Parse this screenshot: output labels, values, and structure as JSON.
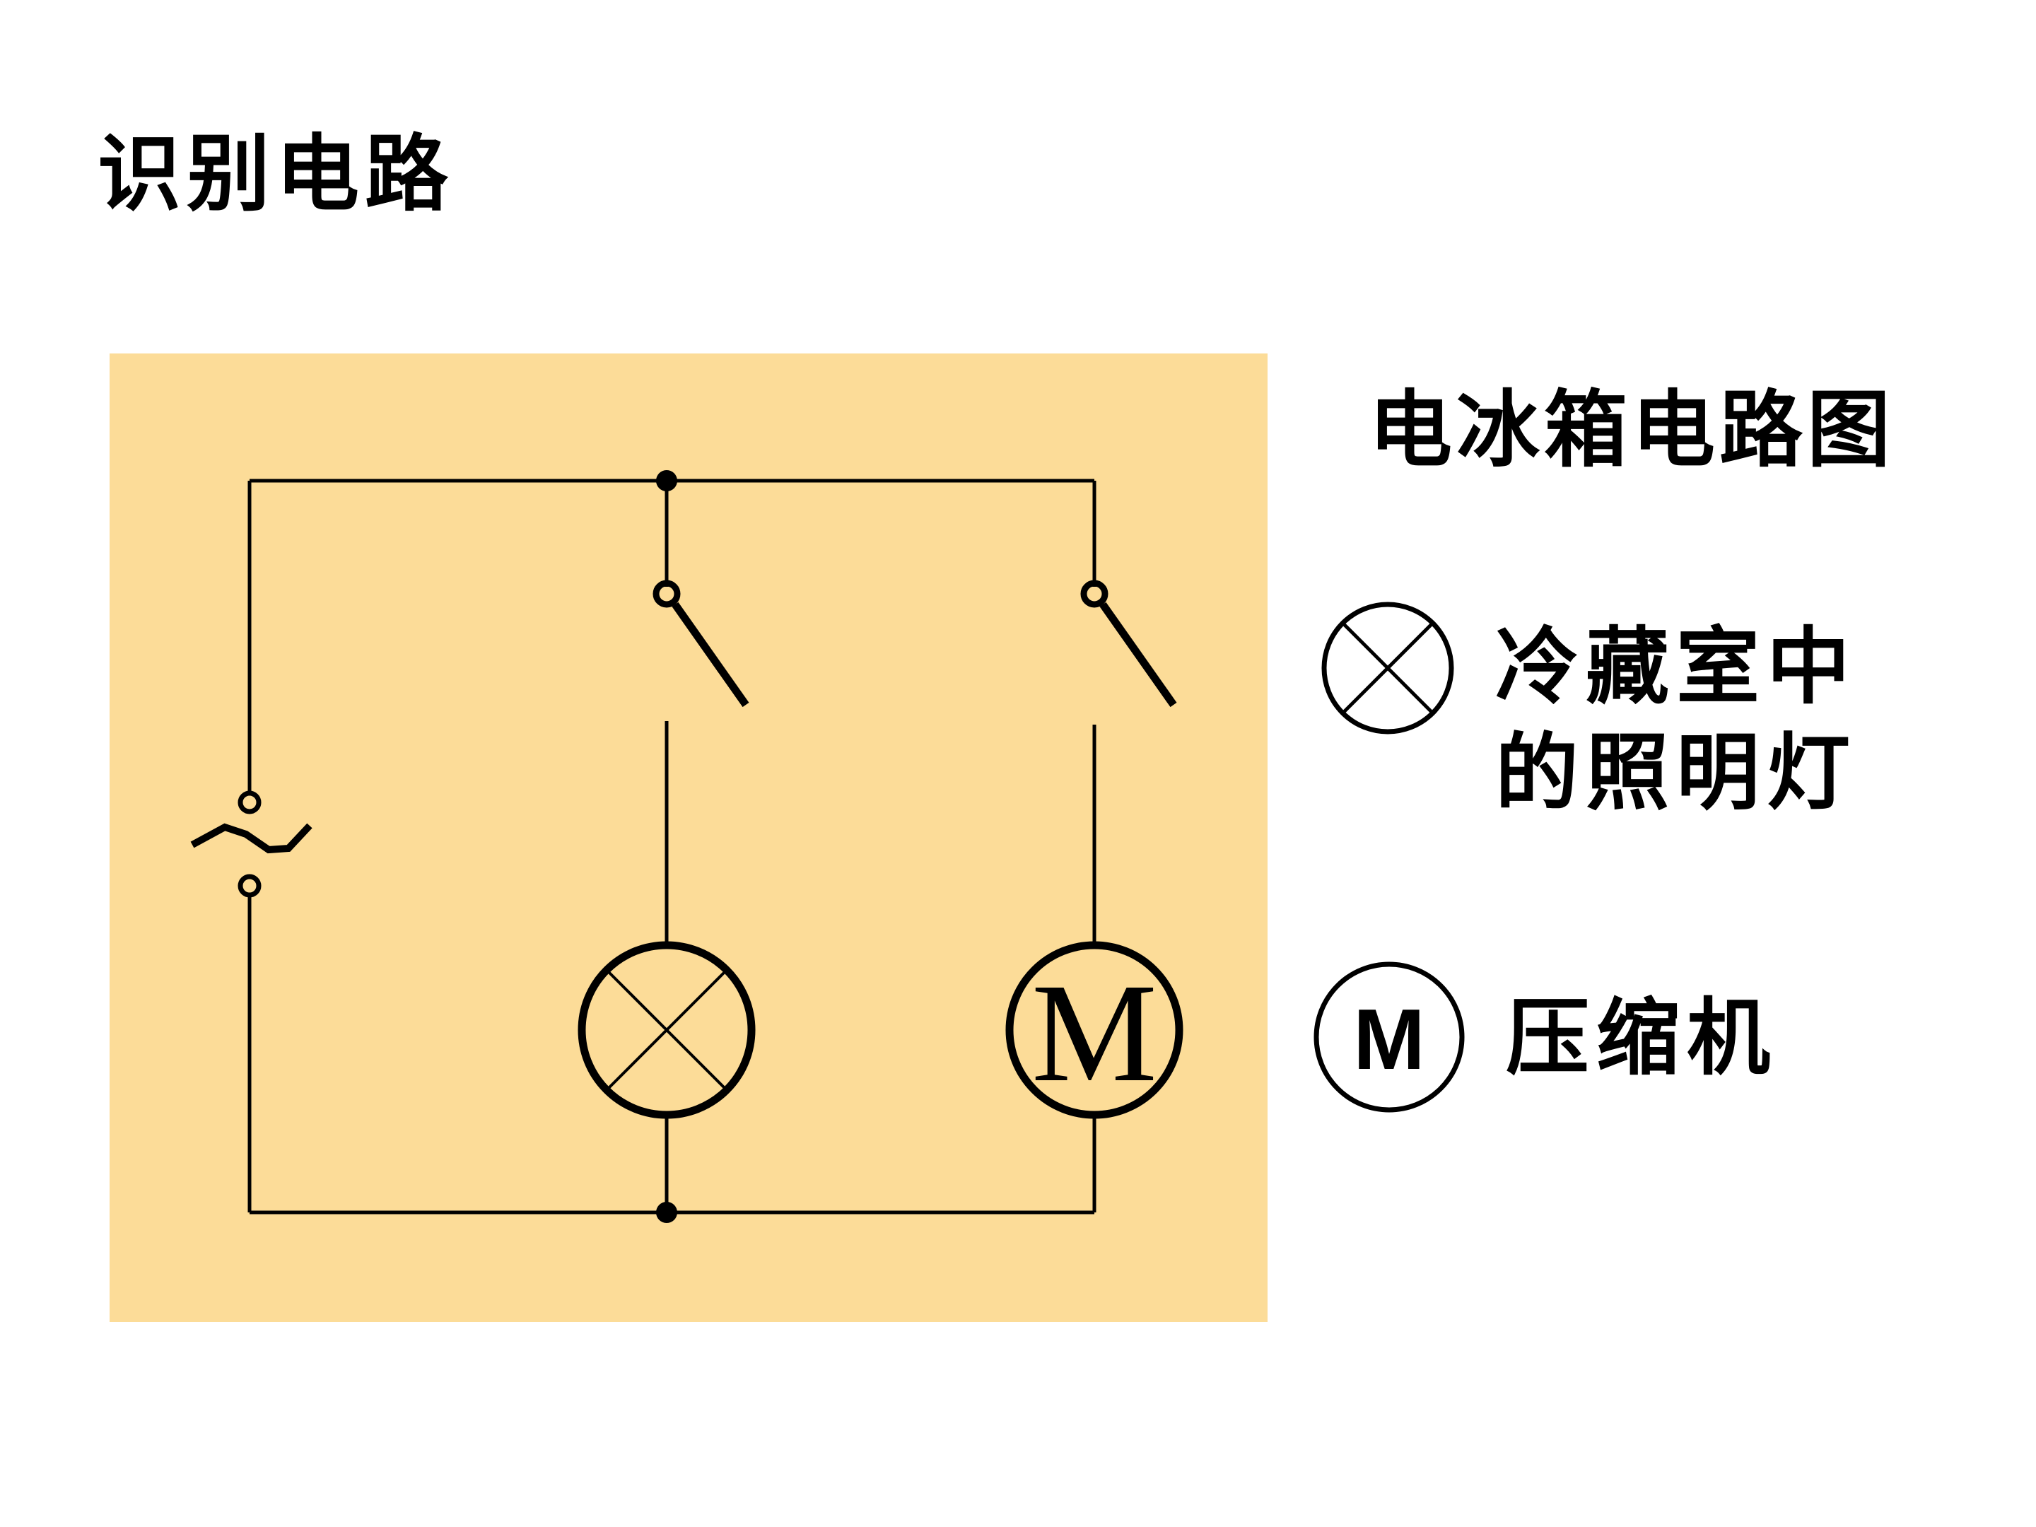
{
  "page": {
    "title": "识别电路"
  },
  "diagram": {
    "title": "电冰箱电路图",
    "background_color": "#FCDC98",
    "source_symbol": "~",
    "motor_symbol_letter": "M"
  },
  "legend": {
    "lamp": {
      "icon": "lamp-cross-icon",
      "label": "冷藏室中的照明灯"
    },
    "motor": {
      "icon": "motor-m-icon",
      "letter": "M",
      "label": "压缩机"
    }
  }
}
